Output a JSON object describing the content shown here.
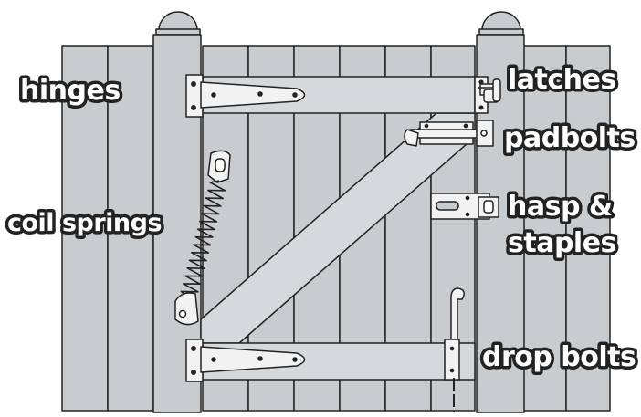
{
  "labels": {
    "hinges": "hinges",
    "latches": "latches",
    "padbolts": "padbolts",
    "coil_springs": "coil springs",
    "hasp_line1": "hasp &",
    "hasp_line2": "staples",
    "drop_bolts": "drop bolts"
  },
  "colors": {
    "wood": "#c8ccce",
    "wood_light": "#d6d9db",
    "outline": "#222222",
    "hardware": "#f2f2f2",
    "label_fill": "#ffffff"
  }
}
